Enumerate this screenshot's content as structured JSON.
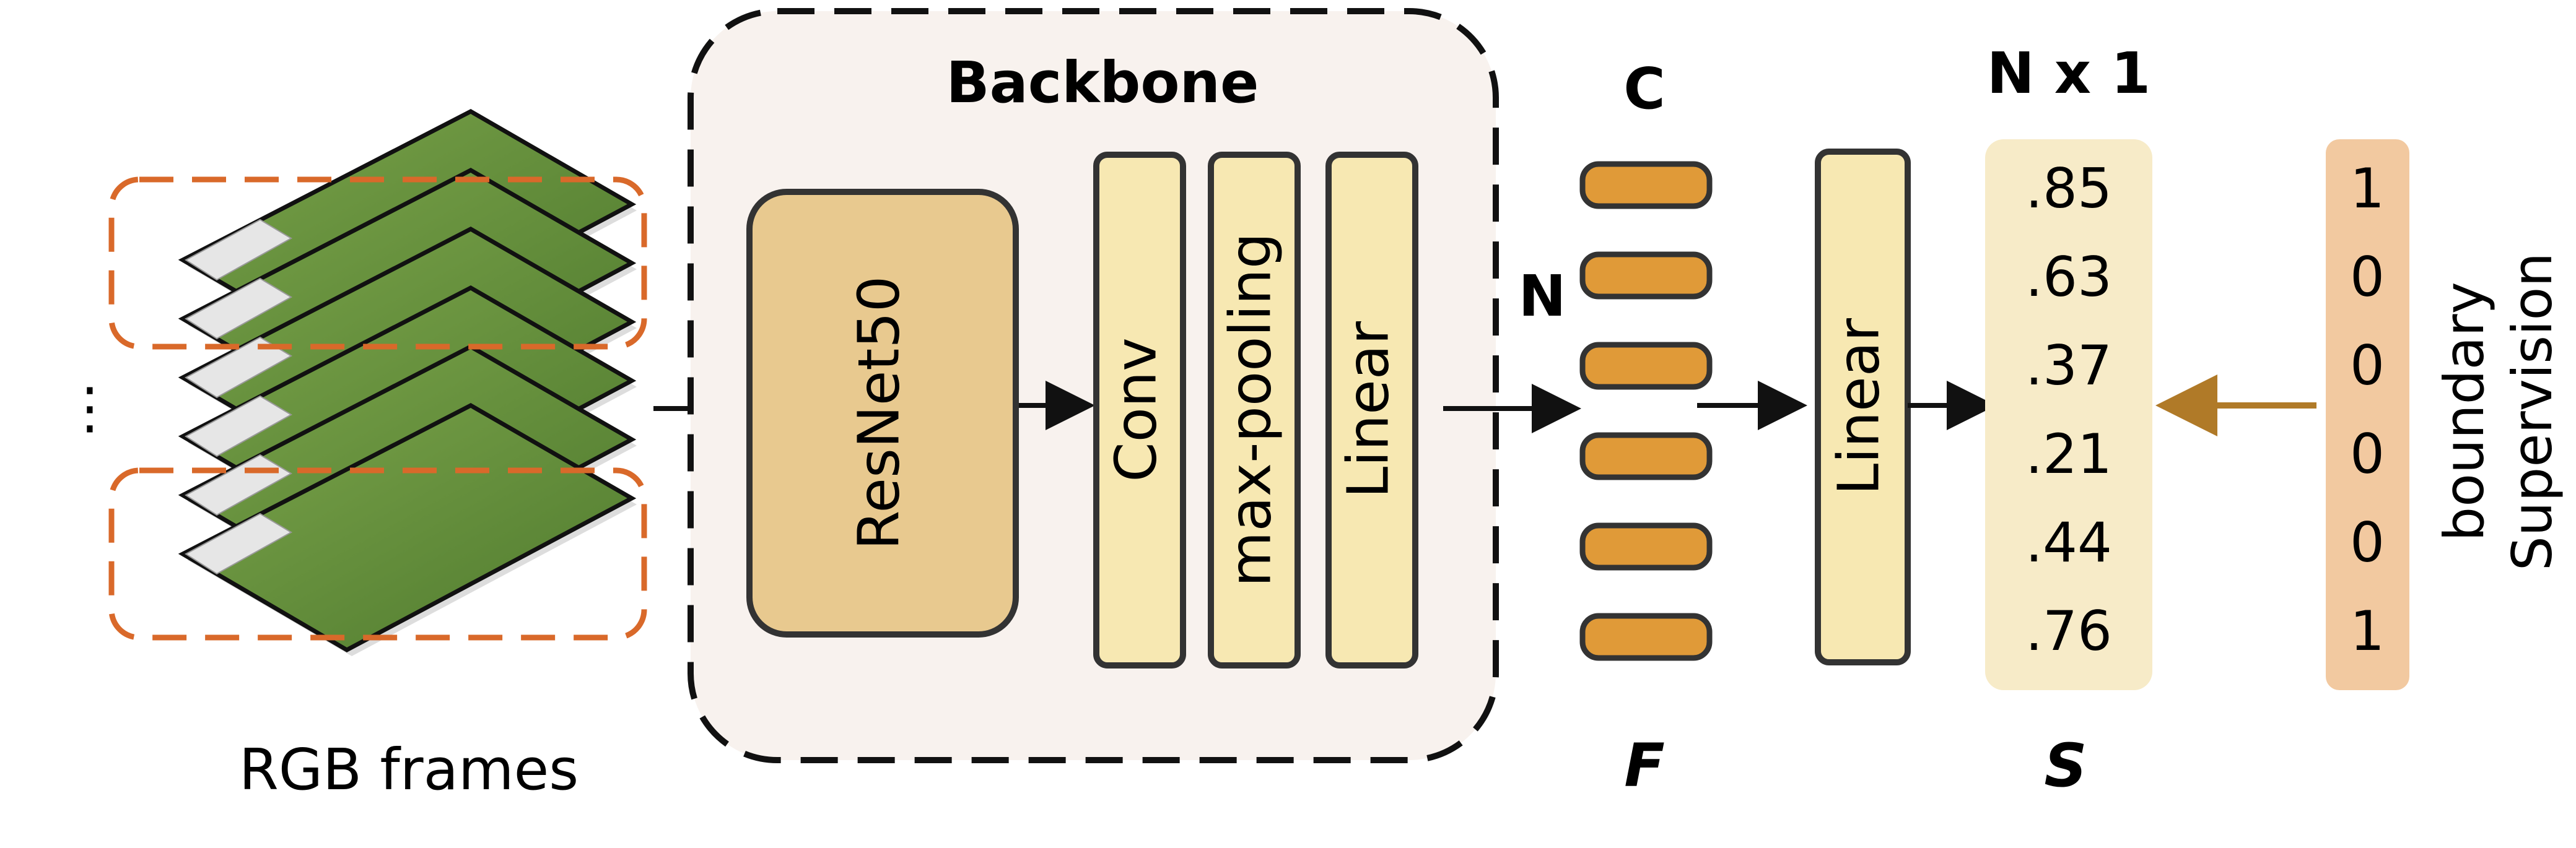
{
  "frames": {
    "label": "RGB frames",
    "ellipsis": "⋮"
  },
  "backbone": {
    "title": "Backbone",
    "resnet_label": "ResNet50",
    "conv_label": "Conv",
    "pool_label": "max-pooling",
    "linear_label": "Linear"
  },
  "features": {
    "dim_c_label": "C",
    "dim_n_label": "N",
    "symbol": "F",
    "slot_count": 6
  },
  "head": {
    "linear_label": "Linear"
  },
  "scores": {
    "dim_label": "N x 1",
    "symbol": "S",
    "values": [
      ".85",
      ".63",
      ".37",
      ".21",
      ".44",
      ".76"
    ]
  },
  "supervision": {
    "values": [
      "1",
      "0",
      "0",
      "0",
      "0",
      "1"
    ],
    "label_line1": "boundary",
    "label_line2": "Supervision"
  },
  "colors": {
    "dashed_orange": "#d9692a",
    "backbone_fill": "#f8f2ee",
    "resnet_fill": "#e8c98f",
    "layer_fill": "#f7e8b2",
    "feature_fill": "#e09a38",
    "score_fill": "#f7ebc8",
    "supervision_fill": "#f2c9a0",
    "supervision_arrow": "#b07a28",
    "grass": "#5f8a3a",
    "stroke": "#333333"
  }
}
